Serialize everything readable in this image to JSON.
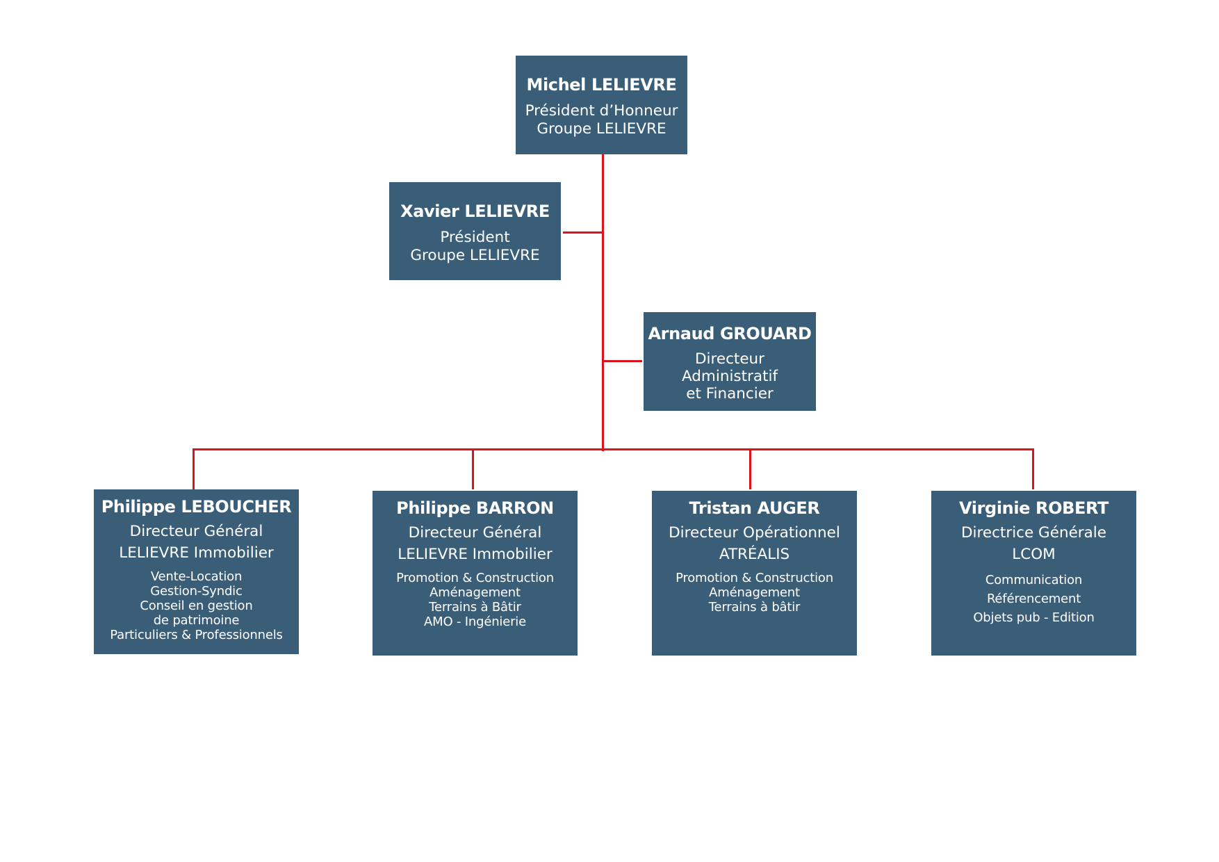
{
  "colors": {
    "box": "#3b5e78",
    "connector": "#d9141f",
    "text": "#ffffff"
  },
  "nodes": {
    "michel": {
      "name": "Michel LELIEVRE",
      "roles": [
        "Président d’Honneur",
        "Groupe LELIEVRE"
      ]
    },
    "xavier": {
      "name": "Xavier LELIEVRE",
      "roles": [
        "Président",
        "Groupe LELIEVRE"
      ]
    },
    "arnaud": {
      "name": "Arnaud GROUARD",
      "roles": [
        "Directeur",
        "Administratif",
        "et Financier"
      ]
    },
    "leboucher": {
      "name": "Philippe LEBOUCHER",
      "roles": [
        "Directeur Général",
        "LELIEVRE Immobilier"
      ],
      "details": [
        "Vente-Location",
        "Gestion-Syndic",
        "Conseil en gestion",
        "de patrimoine",
        "Particuliers & Professionnels"
      ]
    },
    "barron": {
      "name": "Philippe BARRON",
      "roles": [
        "Directeur Général",
        "LELIEVRE Immobilier"
      ],
      "details": [
        "Promotion & Construction",
        "Aménagement",
        "Terrains à Bâtir",
        "AMO - Ingénierie"
      ]
    },
    "auger": {
      "name": "Tristan AUGER",
      "roles": [
        "Directeur Opérationnel",
        "ATRÉALIS"
      ],
      "details": [
        "Promotion & Construction",
        "Aménagement",
        "Terrains à bâtir"
      ]
    },
    "robert": {
      "name": "Virginie ROBERT",
      "roles": [
        "Directrice Générale",
        "LCOM"
      ],
      "details": [
        "Communication",
        "Référencement",
        "Objets pub - Edition"
      ]
    }
  }
}
